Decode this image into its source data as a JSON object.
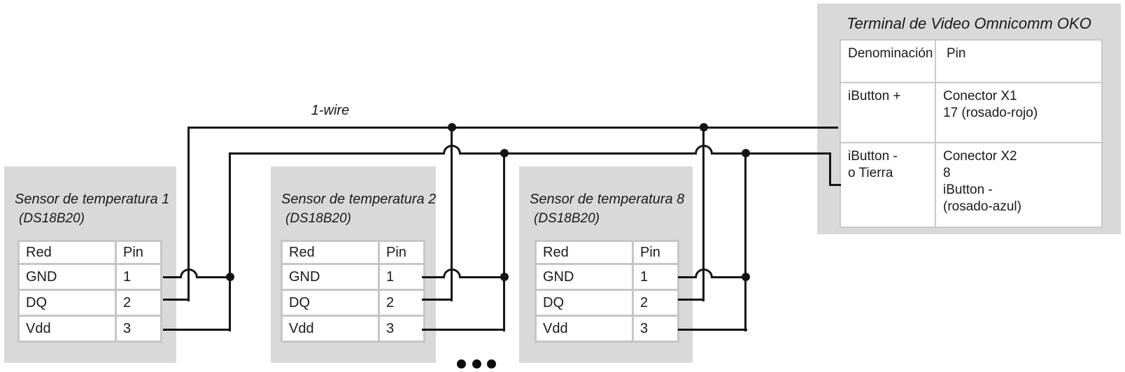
{
  "bus": {
    "label": "1-wire"
  },
  "sensors": [
    {
      "title": "Sensor de temperatura 1",
      "subtitle": "(DS18B20)",
      "headers": {
        "red": "Red",
        "pin": "Pin"
      },
      "rows": [
        {
          "red": "GND",
          "pin": "1"
        },
        {
          "red": "DQ",
          "pin": "2"
        },
        {
          "red": "Vdd",
          "pin": "3"
        }
      ]
    },
    {
      "title": "Sensor de temperatura 2",
      "subtitle": "(DS18B20)",
      "headers": {
        "red": "Red",
        "pin": "Pin"
      },
      "rows": [
        {
          "red": "GND",
          "pin": "1"
        },
        {
          "red": "DQ",
          "pin": "2"
        },
        {
          "red": "Vdd",
          "pin": "3"
        }
      ]
    },
    {
      "title": "Sensor de temperatura 8",
      "subtitle": "(DS18B20)",
      "headers": {
        "red": "Red",
        "pin": "Pin"
      },
      "rows": [
        {
          "red": "GND",
          "pin": "1"
        },
        {
          "red": "DQ",
          "pin": "2"
        },
        {
          "red": "Vdd",
          "pin": "3"
        }
      ]
    }
  ],
  "terminal": {
    "title": "Terminal de Video Omnicomm OKO",
    "headers": {
      "denominacion": "Denominación",
      "pin": "Pin"
    },
    "rows": [
      {
        "denominacion": "iButton +",
        "pin": "Conector X1\n17 (rosado-rojo)"
      },
      {
        "denominacion": "iButton -\no Tierra",
        "pin": "Conector X2\n8\niButton -\n(rosado-azul)"
      }
    ]
  },
  "icons": {
    "continuation": "ellipsis-dots"
  },
  "colors": {
    "box_bg": "#d9d9d9",
    "wire": "#141414",
    "cell_gap": "#c6c6c6",
    "text": "#1a1a1a",
    "cell_bg": "#ffffff"
  }
}
